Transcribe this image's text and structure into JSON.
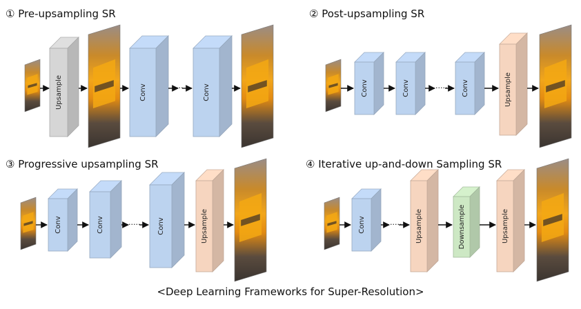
{
  "panels": [
    {
      "title": "① Pre-upsampling SR",
      "blocks": [
        {
          "label": "Upsample",
          "kind": "upsample_gray"
        },
        {
          "label": "Conv",
          "kind": "conv"
        },
        {
          "label": "Conv",
          "kind": "conv"
        }
      ]
    },
    {
      "title": "② Post-upsampling SR",
      "blocks": [
        {
          "label": "Conv",
          "kind": "conv"
        },
        {
          "label": "Conv",
          "kind": "conv"
        },
        {
          "label": "Conv",
          "kind": "conv"
        },
        {
          "label": "Upsample",
          "kind": "upsample"
        }
      ]
    },
    {
      "title": "③ Progressive upsampling SR",
      "blocks": [
        {
          "label": "Conv",
          "kind": "conv"
        },
        {
          "label": "Conv",
          "kind": "conv"
        },
        {
          "label": "Conv",
          "kind": "conv"
        },
        {
          "label": "Upsample",
          "kind": "upsample"
        }
      ]
    },
    {
      "title": "④ Iterative up-and-down Sampling SR",
      "blocks": [
        {
          "label": "Conv",
          "kind": "conv"
        },
        {
          "label": "Upsample",
          "kind": "upsample"
        },
        {
          "label": "Downsample",
          "kind": "downsample"
        },
        {
          "label": "Upsample",
          "kind": "upsample"
        }
      ]
    }
  ],
  "ellipsis": "·····",
  "caption": "<Deep Learning Frameworks for Super-Resolution>",
  "colors": {
    "conv": "#bcd3ef",
    "upsample": "#f6d5bf",
    "upsample_gray": "#d6d6d6",
    "downsample": "#cde8c4",
    "arrow": "#111111"
  }
}
